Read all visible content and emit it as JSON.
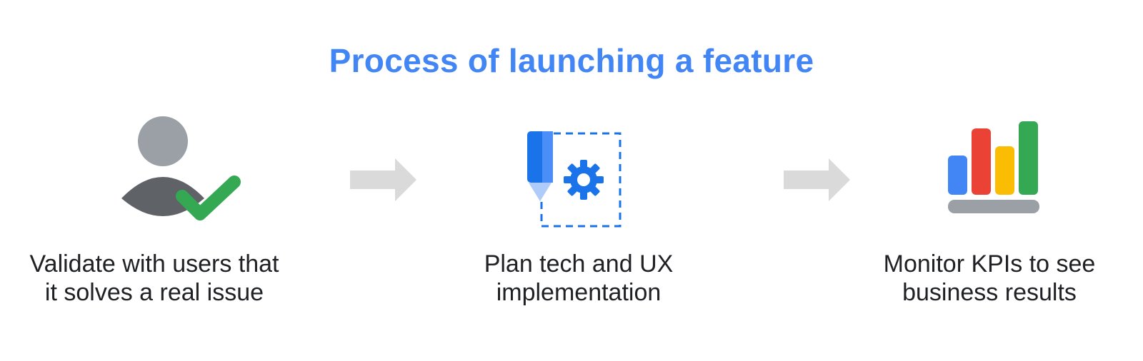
{
  "title": "Process of launching a feature",
  "colors": {
    "title": "#4285f4",
    "arrow": "#dadada",
    "person_head": "#9aa0a6",
    "person_body": "#5f6368",
    "check": "#34a853",
    "pen_dark": "#1a73e8",
    "pen_light": "#4c8ef7",
    "pen_tip": "#aecbfa",
    "gear": "#1a73e8",
    "bar_blue": "#4285f4",
    "bar_red": "#ea4335",
    "bar_yellow": "#fbbc04",
    "bar_green": "#34a853",
    "bar_base": "#9aa0a6"
  },
  "steps": [
    {
      "icon": "user-check-icon",
      "line1": "Validate with users that",
      "line2": "it solves a real issue"
    },
    {
      "icon": "pen-gear-icon",
      "line1": "Plan tech and UX",
      "line2": "implementation"
    },
    {
      "icon": "bar-chart-icon",
      "line1": "Monitor KPIs to see",
      "line2": "business results"
    }
  ],
  "arrows": [
    "arrow-right-icon",
    "arrow-right-icon"
  ]
}
